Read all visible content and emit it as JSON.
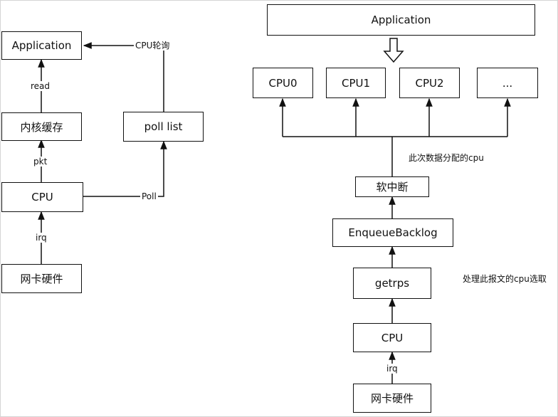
{
  "left": {
    "application": "Application",
    "kernel_cache": "内核缓存",
    "cpu": "CPU",
    "nic": "网卡硬件",
    "poll_list": "poll list",
    "edges": {
      "read": "read",
      "pkt": "pkt",
      "irq": "irq",
      "poll": "Poll",
      "cpu_poll": "CPU轮询"
    }
  },
  "right": {
    "application": "Application",
    "cpus": [
      "CPU0",
      "CPU1",
      "CPU2",
      "..."
    ],
    "softirq": "软中断",
    "enqueue_backlog": "EnqueueBacklog",
    "getrps": "getrps",
    "cpu": "CPU",
    "nic": "网卡硬件",
    "edges": {
      "irq": "irq"
    },
    "notes": {
      "assigned_cpu": "此次数据分配的cpu",
      "cpu_selection": "处理此报文的cpu选取"
    }
  }
}
